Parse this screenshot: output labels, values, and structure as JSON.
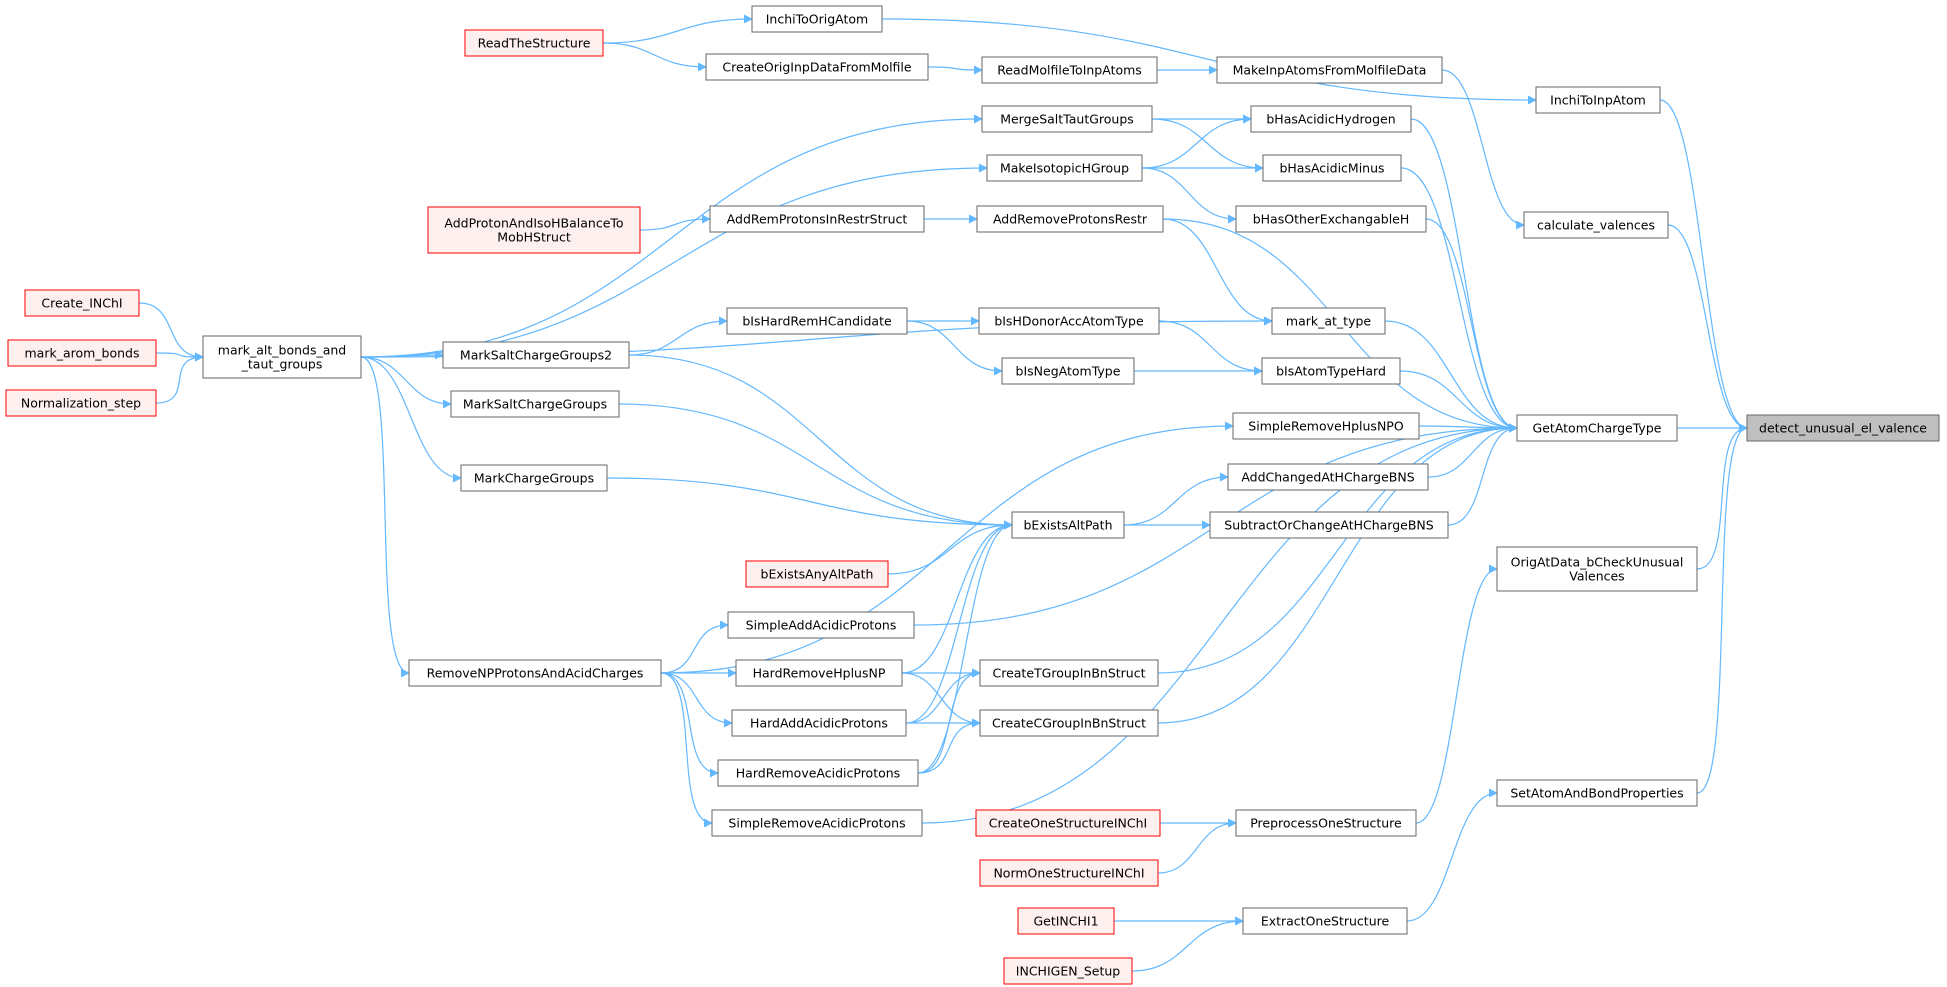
{
  "colors": {
    "edge": "#63b8ff",
    "node_border": "#666666",
    "red_border": "#ff0000",
    "red_fill": "#fff0f0",
    "target_fill": "#bfbfbf"
  },
  "nodes": [
    {
      "id": "detect_unusual_el_valence",
      "lines": [
        "detect_unusual_el_valence"
      ],
      "style": "target"
    },
    {
      "id": "GetAtomChargeType",
      "lines": [
        "GetAtomChargeType"
      ],
      "style": "normal"
    },
    {
      "id": "InchiToInpAtom",
      "lines": [
        "InchiToInpAtom"
      ],
      "style": "normal"
    },
    {
      "id": "calculate_valences",
      "lines": [
        "calculate_valences"
      ],
      "style": "normal"
    },
    {
      "id": "OrigAtData_bCheckUnusualValences",
      "lines": [
        "OrigAtData_bCheckUnusual",
        "Valences"
      ],
      "style": "normal"
    },
    {
      "id": "SetAtomAndBondProperties",
      "lines": [
        "SetAtomAndBondProperties"
      ],
      "style": "normal"
    },
    {
      "id": "InchiToOrigAtom",
      "lines": [
        "InchiToOrigAtom"
      ],
      "style": "normal"
    },
    {
      "id": "ReadTheStructure",
      "lines": [
        "ReadTheStructure"
      ],
      "style": "red"
    },
    {
      "id": "CreateOrigInpDataFromMolfile",
      "lines": [
        "CreateOrigInpDataFromMolfile"
      ],
      "style": "normal"
    },
    {
      "id": "ReadMolfileToInpAtoms",
      "lines": [
        "ReadMolfileToInpAtoms"
      ],
      "style": "normal"
    },
    {
      "id": "MakeInpAtomsFromMolfileData",
      "lines": [
        "MakeInpAtomsFromMolfileData"
      ],
      "style": "normal"
    },
    {
      "id": "bHasAcidicHydrogen",
      "lines": [
        "bHasAcidicHydrogen"
      ],
      "style": "normal"
    },
    {
      "id": "bHasAcidicMinus",
      "lines": [
        "bHasAcidicMinus"
      ],
      "style": "normal"
    },
    {
      "id": "bHasOtherExchangableH",
      "lines": [
        "bHasOtherExchangableH"
      ],
      "style": "normal"
    },
    {
      "id": "mark_at_type",
      "lines": [
        "mark_at_type"
      ],
      "style": "normal"
    },
    {
      "id": "bIsAtomTypeHard",
      "lines": [
        "bIsAtomTypeHard"
      ],
      "style": "normal"
    },
    {
      "id": "SimpleRemoveHplusNPO",
      "lines": [
        "SimpleRemoveHplusNPO"
      ],
      "style": "normal"
    },
    {
      "id": "AddChangedAtHChargeBNS",
      "lines": [
        "AddChangedAtHChargeBNS"
      ],
      "style": "normal"
    },
    {
      "id": "SubtractOrChangeAtHChargeBNS",
      "lines": [
        "SubtractOrChangeAtHChargeBNS"
      ],
      "style": "normal"
    },
    {
      "id": "MergeSaltTautGroups",
      "lines": [
        "MergeSaltTautGroups"
      ],
      "style": "normal"
    },
    {
      "id": "MakeIsotopicHGroup",
      "lines": [
        "MakeIsotopicHGroup"
      ],
      "style": "normal"
    },
    {
      "id": "AddRemoveProtonsRestr",
      "lines": [
        "AddRemoveProtonsRestr"
      ],
      "style": "normal"
    },
    {
      "id": "AddRemProtonsInRestrStruct",
      "lines": [
        "AddRemProtonsInRestrStruct"
      ],
      "style": "normal"
    },
    {
      "id": "AddProtonAndIsoHBalanceToMobHStruct",
      "lines": [
        "AddProtonAndIsoHBalanceTo",
        "MobHStruct"
      ],
      "style": "red"
    },
    {
      "id": "bIsHDonorAccAtomType",
      "lines": [
        "bIsHDonorAccAtomType"
      ],
      "style": "normal"
    },
    {
      "id": "bIsNegAtomType",
      "lines": [
        "bIsNegAtomType"
      ],
      "style": "normal"
    },
    {
      "id": "bIsHardRemHCandidate",
      "lines": [
        "bIsHardRemHCandidate"
      ],
      "style": "normal"
    },
    {
      "id": "MarkSaltChargeGroups2",
      "lines": [
        "MarkSaltChargeGroups2"
      ],
      "style": "normal"
    },
    {
      "id": "MarkSaltChargeGroups",
      "lines": [
        "MarkSaltChargeGroups"
      ],
      "style": "normal"
    },
    {
      "id": "MarkChargeGroups",
      "lines": [
        "MarkChargeGroups"
      ],
      "style": "normal"
    },
    {
      "id": "mark_alt_bonds_and_taut_groups",
      "lines": [
        "mark_alt_bonds_and",
        "_taut_groups"
      ],
      "style": "normal"
    },
    {
      "id": "Create_INChI",
      "lines": [
        "Create_INChI"
      ],
      "style": "red"
    },
    {
      "id": "mark_arom_bonds",
      "lines": [
        "mark_arom_bonds"
      ],
      "style": "red"
    },
    {
      "id": "Normalization_step",
      "lines": [
        "Normalization_step"
      ],
      "style": "red"
    },
    {
      "id": "bExistsAltPath",
      "lines": [
        "bExistsAltPath"
      ],
      "style": "normal"
    },
    {
      "id": "bExistsAnyAltPath",
      "lines": [
        "bExistsAnyAltPath"
      ],
      "style": "red"
    },
    {
      "id": "SimpleAddAcidicProtons",
      "lines": [
        "SimpleAddAcidicProtons"
      ],
      "style": "normal"
    },
    {
      "id": "HardRemoveHplusNP",
      "lines": [
        "HardRemoveHplusNP"
      ],
      "style": "normal"
    },
    {
      "id": "HardAddAcidicProtons",
      "lines": [
        "HardAddAcidicProtons"
      ],
      "style": "normal"
    },
    {
      "id": "HardRemoveAcidicProtons",
      "lines": [
        "HardRemoveAcidicProtons"
      ],
      "style": "normal"
    },
    {
      "id": "SimpleRemoveAcidicProtons",
      "lines": [
        "SimpleRemoveAcidicProtons"
      ],
      "style": "normal"
    },
    {
      "id": "RemoveNPProtonsAndAcidCharges",
      "lines": [
        "RemoveNPProtonsAndAcidCharges"
      ],
      "style": "normal"
    },
    {
      "id": "CreateTGroupInBnStruct",
      "lines": [
        "CreateTGroupInBnStruct"
      ],
      "style": "normal"
    },
    {
      "id": "CreateCGroupInBnStruct",
      "lines": [
        "CreateCGroupInBnStruct"
      ],
      "style": "normal"
    },
    {
      "id": "PreprocessOneStructure",
      "lines": [
        "PreprocessOneStructure"
      ],
      "style": "normal"
    },
    {
      "id": "CreateOneStructureINChI",
      "lines": [
        "CreateOneStructureINChI"
      ],
      "style": "red"
    },
    {
      "id": "NormOneStructureINChI",
      "lines": [
        "NormOneStructureINChI"
      ],
      "style": "red"
    },
    {
      "id": "ExtractOneStructure",
      "lines": [
        "ExtractOneStructure"
      ],
      "style": "normal"
    },
    {
      "id": "GetINCHI1",
      "lines": [
        "GetINCHI1"
      ],
      "style": "red"
    },
    {
      "id": "INCHIGEN_Setup",
      "lines": [
        "INCHIGEN_Setup"
      ],
      "style": "red"
    }
  ],
  "edges": [
    [
      "GetAtomChargeType",
      "detect_unusual_el_valence"
    ],
    [
      "InchiToInpAtom",
      "detect_unusual_el_valence"
    ],
    [
      "calculate_valences",
      "detect_unusual_el_valence"
    ],
    [
      "OrigAtData_bCheckUnusualValences",
      "detect_unusual_el_valence"
    ],
    [
      "SetAtomAndBondProperties",
      "detect_unusual_el_valence"
    ],
    [
      "InchiToOrigAtom",
      "InchiToInpAtom"
    ],
    [
      "ReadTheStructure",
      "InchiToOrigAtom"
    ],
    [
      "ReadTheStructure",
      "CreateOrigInpDataFromMolfile"
    ],
    [
      "CreateOrigInpDataFromMolfile",
      "ReadMolfileToInpAtoms"
    ],
    [
      "ReadMolfileToInpAtoms",
      "MakeInpAtomsFromMolfileData"
    ],
    [
      "MakeInpAtomsFromMolfileData",
      "calculate_valences"
    ],
    [
      "bHasAcidicHydrogen",
      "GetAtomChargeType"
    ],
    [
      "bHasAcidicMinus",
      "GetAtomChargeType"
    ],
    [
      "bHasOtherExchangableH",
      "GetAtomChargeType"
    ],
    [
      "mark_at_type",
      "GetAtomChargeType"
    ],
    [
      "bIsAtomTypeHard",
      "GetAtomChargeType"
    ],
    [
      "SimpleRemoveHplusNPO",
      "GetAtomChargeType"
    ],
    [
      "AddChangedAtHChargeBNS",
      "GetAtomChargeType"
    ],
    [
      "SubtractOrChangeAtHChargeBNS",
      "GetAtomChargeType"
    ],
    [
      "AddRemoveProtonsRestr",
      "GetAtomChargeType"
    ],
    [
      "SimpleAddAcidicProtons",
      "GetAtomChargeType"
    ],
    [
      "CreateTGroupInBnStruct",
      "GetAtomChargeType"
    ],
    [
      "CreateCGroupInBnStruct",
      "GetAtomChargeType"
    ],
    [
      "SimpleRemoveAcidicProtons",
      "GetAtomChargeType"
    ],
    [
      "MergeSaltTautGroups",
      "bHasAcidicHydrogen"
    ],
    [
      "MakeIsotopicHGroup",
      "bHasAcidicHydrogen"
    ],
    [
      "MergeSaltTautGroups",
      "bHasAcidicMinus"
    ],
    [
      "MakeIsotopicHGroup",
      "bHasAcidicMinus"
    ],
    [
      "MakeIsotopicHGroup",
      "bHasOtherExchangableH"
    ],
    [
      "mark_alt_bonds_and_taut_groups",
      "MergeSaltTautGroups"
    ],
    [
      "mark_alt_bonds_and_taut_groups",
      "MakeIsotopicHGroup"
    ],
    [
      "AddRemProtonsInRestrStruct",
      "AddRemoveProtonsRestr"
    ],
    [
      "AddProtonAndIsoHBalanceToMobHStruct",
      "AddRemProtonsInRestrStruct"
    ],
    [
      "AddRemoveProtonsRestr",
      "mark_at_type"
    ],
    [
      "mark_alt_bonds_and_taut_groups",
      "mark_at_type"
    ],
    [
      "bIsHDonorAccAtomType",
      "bIsAtomTypeHard"
    ],
    [
      "bIsNegAtomType",
      "bIsAtomTypeHard"
    ],
    [
      "bIsHardRemHCandidate",
      "bIsHDonorAccAtomType"
    ],
    [
      "bIsHardRemHCandidate",
      "bIsNegAtomType"
    ],
    [
      "MarkSaltChargeGroups2",
      "bIsHardRemHCandidate"
    ],
    [
      "mark_alt_bonds_and_taut_groups",
      "MarkSaltChargeGroups2"
    ],
    [
      "mark_alt_bonds_and_taut_groups",
      "MarkSaltChargeGroups"
    ],
    [
      "mark_alt_bonds_and_taut_groups",
      "MarkChargeGroups"
    ],
    [
      "mark_alt_bonds_and_taut_groups",
      "RemoveNPProtonsAndAcidCharges"
    ],
    [
      "Create_INChI",
      "mark_alt_bonds_and_taut_groups"
    ],
    [
      "mark_arom_bonds",
      "mark_alt_bonds_and_taut_groups"
    ],
    [
      "Normalization_step",
      "mark_alt_bonds_and_taut_groups"
    ],
    [
      "RemoveNPProtonsAndAcidCharges",
      "SimpleRemoveHplusNPO"
    ],
    [
      "bExistsAltPath",
      "AddChangedAtHChargeBNS"
    ],
    [
      "bExistsAltPath",
      "SubtractOrChangeAtHChargeBNS"
    ],
    [
      "MarkSaltChargeGroups2",
      "bExistsAltPath"
    ],
    [
      "MarkSaltChargeGroups",
      "bExistsAltPath"
    ],
    [
      "MarkChargeGroups",
      "bExistsAltPath"
    ],
    [
      "bExistsAnyAltPath",
      "bExistsAltPath"
    ],
    [
      "HardRemoveHplusNP",
      "bExistsAltPath"
    ],
    [
      "HardAddAcidicProtons",
      "bExistsAltPath"
    ],
    [
      "HardRemoveAcidicProtons",
      "bExistsAltPath"
    ],
    [
      "RemoveNPProtonsAndAcidCharges",
      "SimpleAddAcidicProtons"
    ],
    [
      "RemoveNPProtonsAndAcidCharges",
      "HardRemoveHplusNP"
    ],
    [
      "RemoveNPProtonsAndAcidCharges",
      "HardAddAcidicProtons"
    ],
    [
      "RemoveNPProtonsAndAcidCharges",
      "HardRemoveAcidicProtons"
    ],
    [
      "RemoveNPProtonsAndAcidCharges",
      "SimpleRemoveAcidicProtons"
    ],
    [
      "HardRemoveHplusNP",
      "CreateTGroupInBnStruct"
    ],
    [
      "HardAddAcidicProtons",
      "CreateTGroupInBnStruct"
    ],
    [
      "HardRemoveAcidicProtons",
      "CreateTGroupInBnStruct"
    ],
    [
      "HardRemoveHplusNP",
      "CreateCGroupInBnStruct"
    ],
    [
      "HardAddAcidicProtons",
      "CreateCGroupInBnStruct"
    ],
    [
      "HardRemoveAcidicProtons",
      "CreateCGroupInBnStruct"
    ],
    [
      "PreprocessOneStructure",
      "OrigAtData_bCheckUnusualValences"
    ],
    [
      "CreateOneStructureINChI",
      "PreprocessOneStructure"
    ],
    [
      "NormOneStructureINChI",
      "PreprocessOneStructure"
    ],
    [
      "ExtractOneStructure",
      "SetAtomAndBondProperties"
    ],
    [
      "GetINCHI1",
      "ExtractOneStructure"
    ],
    [
      "INCHIGEN_Setup",
      "ExtractOneStructure"
    ]
  ]
}
